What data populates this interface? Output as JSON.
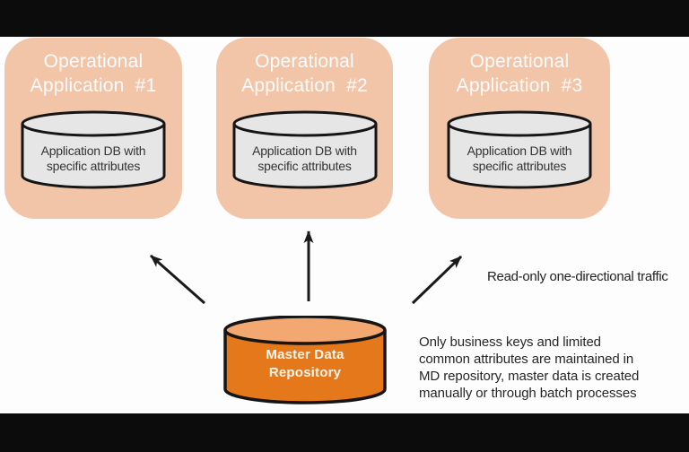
{
  "slide": {
    "applications": [
      {
        "title_lines": [
          "Operational",
          "Application  #1"
        ],
        "db_lines": [
          "Application DB with",
          "specific attributes"
        ]
      },
      {
        "title_lines": [
          "Operational",
          "Application  #2"
        ],
        "db_lines": [
          "Application DB with",
          "specific attributes"
        ]
      },
      {
        "title_lines": [
          "Operational",
          "Application  #3"
        ],
        "db_lines": [
          "Application DB with",
          "specific attributes"
        ]
      }
    ],
    "master_repository": {
      "label_lines": [
        "Master Data",
        "Repository"
      ]
    },
    "arrow_caption": "Read-only one-directional traffic",
    "note_lines": [
      "Only business keys and limited",
      "common attributes are maintained in",
      "MD repository, master data is created",
      "manually or through batch processes"
    ],
    "colors": {
      "app_box_fill": "#f2c5a8",
      "app_db_fill": "#e6e6e6",
      "master_body_fill": "#e6781c",
      "master_top_fill": "#f3a871",
      "outline": "#1a1a1a",
      "letterbox": "#0c0c0c",
      "background": "#fdfdfd"
    }
  }
}
